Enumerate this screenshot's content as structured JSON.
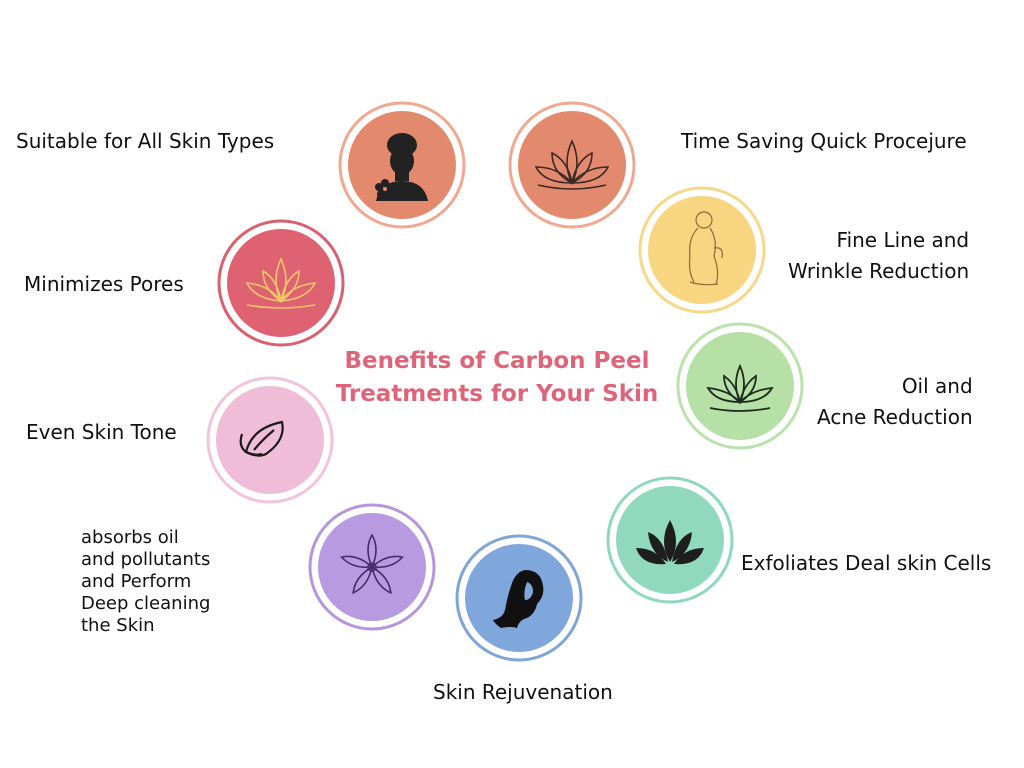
{
  "title": {
    "line1": "Benefits of Carbon Peel",
    "line2": "Treatments for Your Skin",
    "color": "#de6579"
  },
  "benefits": [
    {
      "label": "Suitable for All Skin Types",
      "icon": "woman-towel-flower-icon",
      "fill": "#e38a6e",
      "ring": "#f0a88f"
    },
    {
      "label": "Time  Saving Quick Procejure",
      "icon": "lotus-line-icon",
      "fill": "#e38a6e",
      "ring": "#f0a88f"
    },
    {
      "label_lines": [
        "Fine Line and",
        "Wrinkle Reduction"
      ],
      "icon": "woman-back-sketch-icon",
      "fill": "#f7d581",
      "ring": "#f7d88a"
    },
    {
      "label": "Minimizes Pores",
      "icon": "lotus-gold-icon",
      "fill": "#de6271",
      "ring": "#d8606f"
    },
    {
      "label_lines": [
        "Oil and",
        "Acne Reduction"
      ],
      "icon": "lotus-outline-icon",
      "fill": "#b6e0a6",
      "ring": "#b9e3ab"
    },
    {
      "label": "Even Skin Tone",
      "icon": "leaf-outline-icon",
      "fill": "#f0bdd8",
      "ring": "#f2c4dc"
    },
    {
      "label": "Exfoliates Deal skin Cells",
      "icon": "lotus-solid-icon",
      "fill": "#90d9bf",
      "ring": "#8ed8bd"
    },
    {
      "label_lines": [
        "absorbs oil",
        "and pollutants",
        "and Perform",
        "Deep cleaning",
        "the Skin"
      ],
      "icon": "flower-outline-icon",
      "fill": "#b89ae0",
      "ring": "#b596de"
    },
    {
      "label": "Skin Rejuvenation",
      "icon": "woman-hair-silhouette-icon",
      "fill": "#7fa7dc",
      "ring": "#7ea4d8"
    }
  ]
}
